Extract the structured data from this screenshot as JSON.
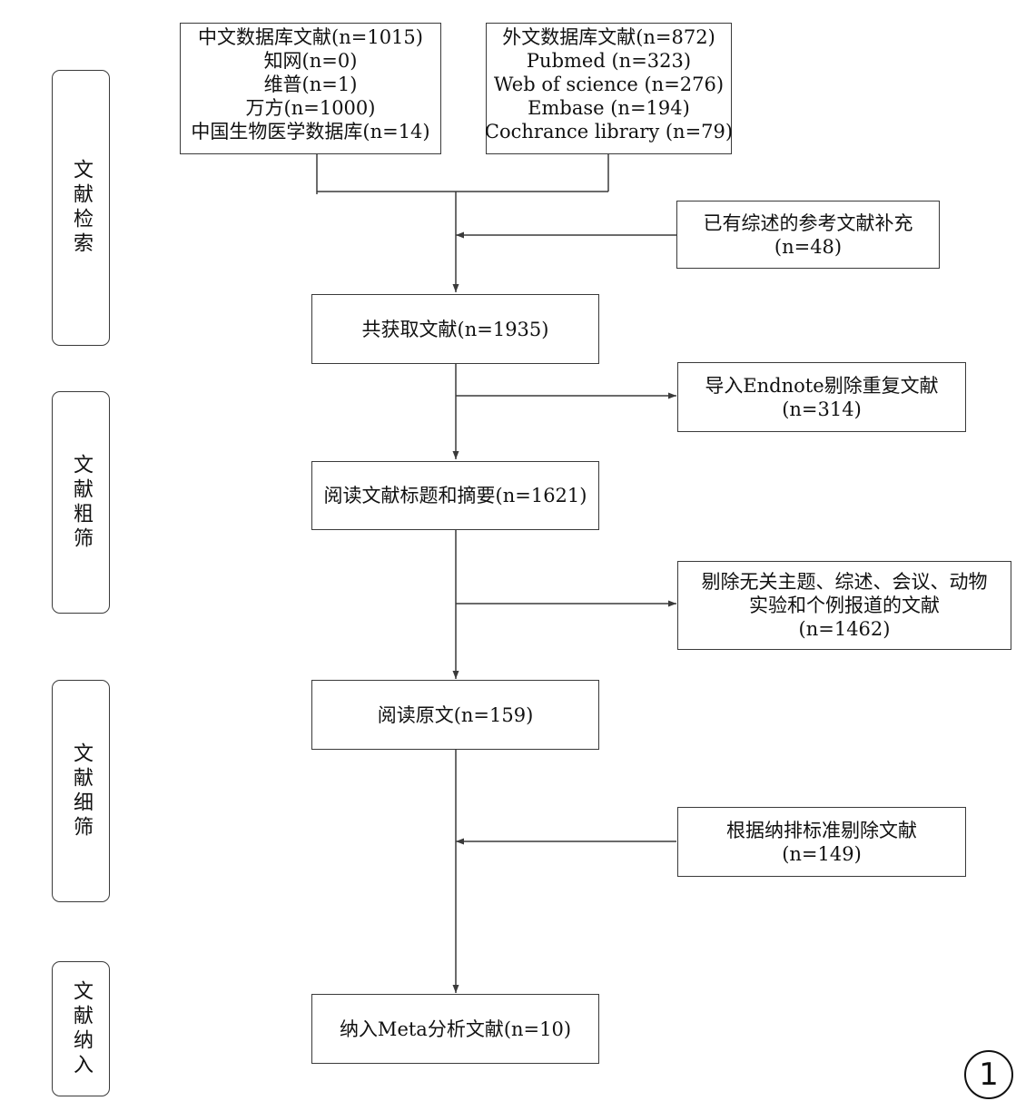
{
  "stages": [
    {
      "label": "文献检索"
    },
    {
      "label": "文献粗筛"
    },
    {
      "label": "文献细筛"
    },
    {
      "label": "文献纳入"
    }
  ],
  "boxes": {
    "cn_db": {
      "lines": [
        "中文数据库文献(n=1015)",
        "知网(n=0)",
        "维普(n=1)",
        "万方(n=1000)",
        "中国生物医学数据库(n=14)"
      ]
    },
    "foreign_db": {
      "lines": [
        "外文数据库文献(n=872)",
        "Pubmed (n=323)",
        "Web of science (n=276)",
        "Embase (n=194)",
        "Cochrance library (n=79)"
      ]
    },
    "review_refs": {
      "lines": [
        "已有综述的参考文献补充",
        "(n=48)"
      ]
    },
    "total": {
      "lines": [
        "共获取文献(n=1935)"
      ]
    },
    "dedup": {
      "lines": [
        "导入Endnote剔除重复文献",
        "(n=314)"
      ]
    },
    "title_abstract": {
      "lines": [
        "阅读文献标题和摘要(n=1621)"
      ]
    },
    "exclude_irrelevant": {
      "lines": [
        "剔除无关主题、综述、会议、动物",
        "实验和个例报道的文献",
        "(n=1462)"
      ]
    },
    "fulltext": {
      "lines": [
        "阅读原文(n=159)"
      ]
    },
    "exclude_criteria": {
      "lines": [
        "根据纳排标准剔除文献",
        "(n=149)"
      ]
    },
    "included": {
      "lines": [
        "纳入Meta分析文献(n=10)"
      ]
    }
  },
  "figure_number": "1",
  "colors": {
    "line": "#3a3a3a",
    "text": "#111111"
  }
}
